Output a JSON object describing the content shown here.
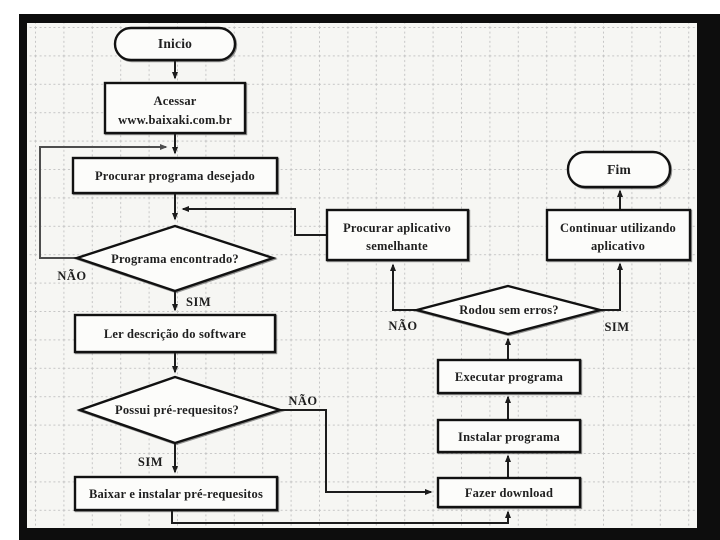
{
  "diagram": {
    "type": "flowchart",
    "language": "pt-BR",
    "nodes": {
      "inicio": {
        "type": "terminator",
        "label": "Inicio"
      },
      "acessar": {
        "type": "process",
        "line1": "Acessar",
        "line2": "www.baixaki.com.br"
      },
      "procurar_programa": {
        "type": "process",
        "label": "Procurar programa desejado"
      },
      "programa_encontrado": {
        "type": "decision",
        "label": "Programa encontrado?"
      },
      "ler_descricao": {
        "type": "process",
        "label": "Ler descrição do software"
      },
      "possui_pre_requesitos": {
        "type": "decision",
        "label": "Possui pré-requesitos?"
      },
      "baixar_instalar": {
        "type": "process",
        "label": "Baixar e instalar pré-requesitos"
      },
      "procurar_aplicativo": {
        "type": "process",
        "line1": "Procurar aplicativo",
        "line2": "semelhante"
      },
      "fazer_download": {
        "type": "process",
        "label": "Fazer download"
      },
      "instalar_programa": {
        "type": "process",
        "label": "Instalar programa"
      },
      "executar_programa": {
        "type": "process",
        "label": "Executar programa"
      },
      "rodou_sem_erros": {
        "type": "decision",
        "label": "Rodou sem erros?"
      },
      "continuar_utilizando": {
        "type": "process",
        "line1": "Continuar utilizando",
        "line2": "aplicativo"
      },
      "fim": {
        "type": "terminator",
        "label": "Fim"
      }
    },
    "edge_labels": {
      "programa_encontrado_nao": "NÃO",
      "programa_encontrado_sim": "SIM",
      "possui_nao": "NÃO",
      "possui_sim": "SIM",
      "rodou_nao": "NÃO",
      "rodou_sim": "SIM"
    },
    "colors": {
      "line": "#1c1c1c",
      "loop_line": "#4d4d4d",
      "node_fill": "#fcfcfa",
      "node_border": "#111111",
      "grid_line": "#c6c6c6",
      "canvas": "#f6f6f3",
      "frame": "#0d0d0d",
      "text": "#1f1f1f"
    }
  }
}
